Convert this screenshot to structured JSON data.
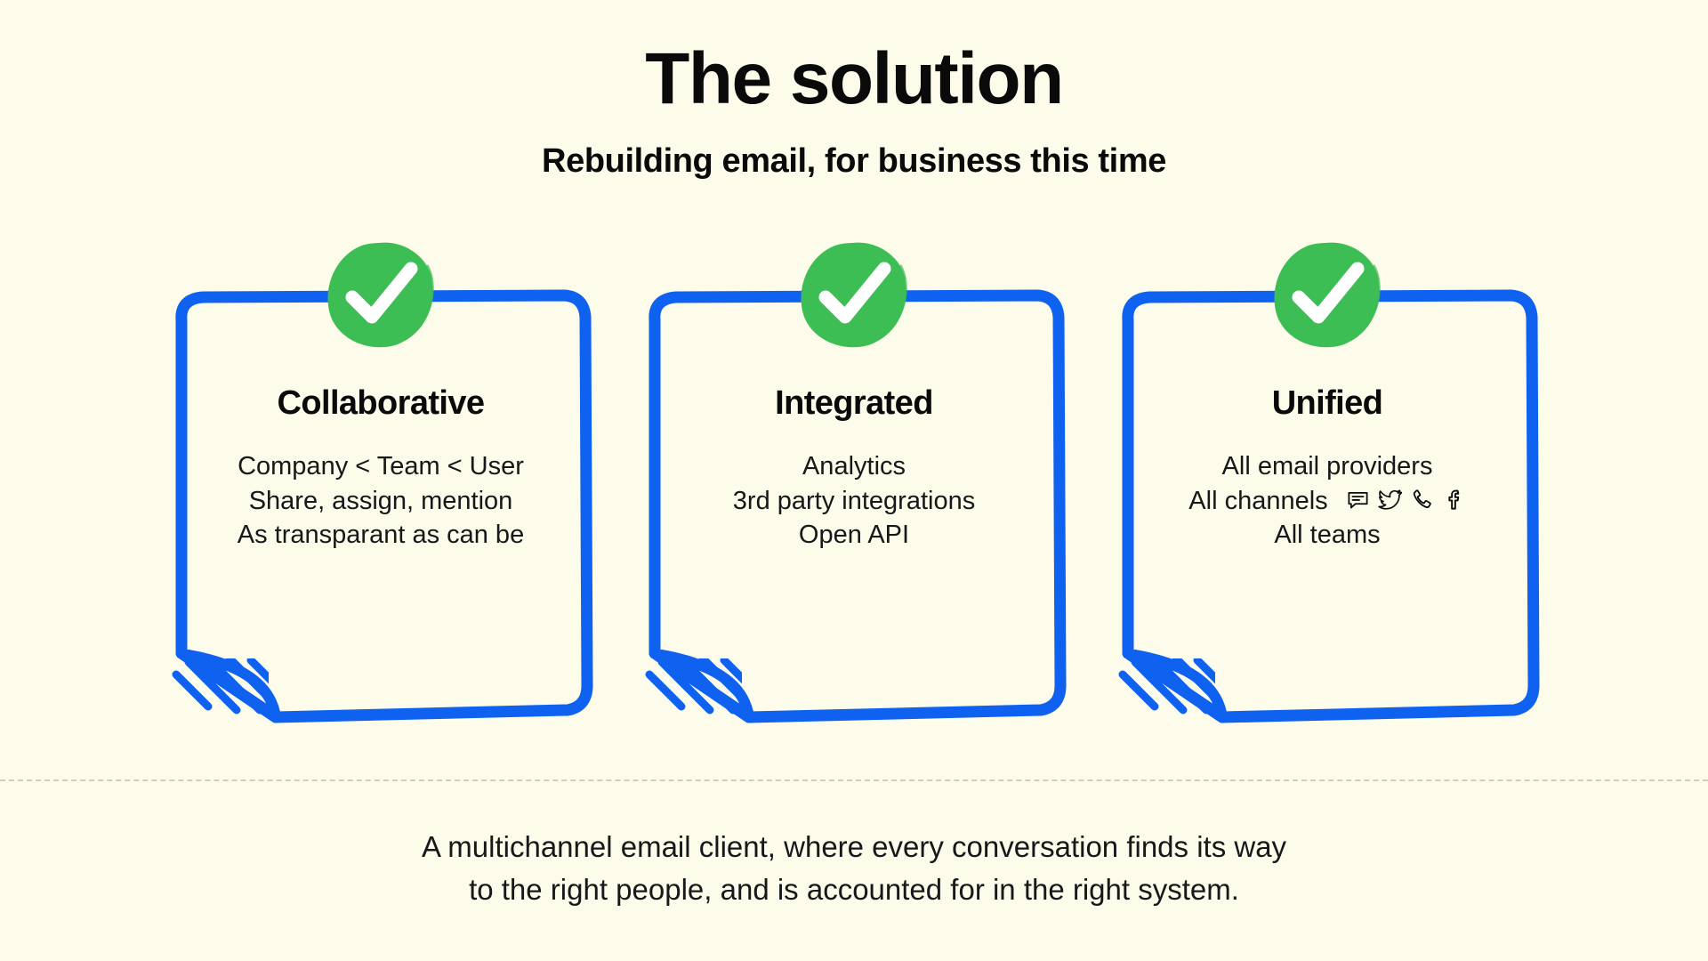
{
  "background_color": "#FDFBEA",
  "accent_blue": "#0F62EF",
  "accent_green": "#3DBE55",
  "text_color": "#0A0A0A",
  "divider_color": "#CFCCC0",
  "header": {
    "title": "The solution",
    "subtitle": "Rebuilding email, for business this time"
  },
  "cards": [
    {
      "badge_icon": "check-circle-icon",
      "heading": "Collaborative",
      "lines": [
        "Company < Team < User",
        "Share, assign, mention",
        "As transparant as can be"
      ],
      "channel_icons": []
    },
    {
      "badge_icon": "check-circle-icon",
      "heading": "Integrated",
      "lines": [
        "Analytics",
        "3rd party integrations",
        "Open API"
      ],
      "channel_icons": []
    },
    {
      "badge_icon": "check-circle-icon",
      "heading": "Unified",
      "lines": [
        "All email providers",
        "All channels",
        "All teams"
      ],
      "channel_icons": [
        "chat-bubble-icon",
        "twitter-icon",
        "phone-icon",
        "facebook-icon"
      ]
    }
  ],
  "footer": {
    "line1": "A multichannel email client, where every conversation finds its way",
    "line2": "to the right people, and is accounted for in the right system."
  }
}
